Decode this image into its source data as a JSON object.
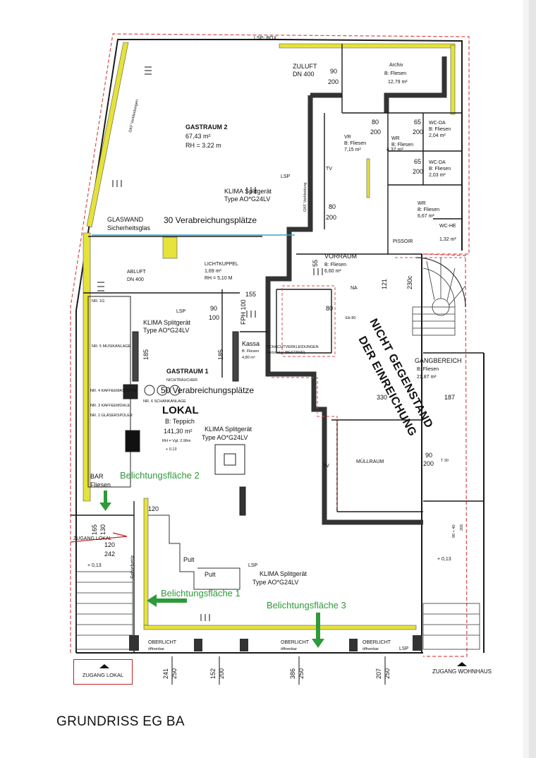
{
  "title": "GRUNDRISS EG BA",
  "rooms": {
    "gastraum2": {
      "name": "GASTRAUM 2",
      "area": "67,43 m²",
      "height": "RH = 3.22 m"
    },
    "gastraum1": {
      "name": "GASTRAUM 1",
      "note": "NICHTRAUCHER",
      "seats": "50 Verabreichungsplätze"
    },
    "lokal": {
      "name": "LOKAL",
      "floor": "B: Teppich",
      "area": "141,30 m²",
      "height": "RH = Vgl. 2.96m",
      "level": "+ 0,13"
    },
    "archiv": {
      "name": "Archiv",
      "floor": "B: Fliesen",
      "area": "12,79 m²"
    },
    "vr1": {
      "name": "VR",
      "floor": "B: Fliesen",
      "area": "7,15 m²"
    },
    "wr1": {
      "name": "WR",
      "floor": "B: Fliesen",
      "area": "4,37 m²"
    },
    "wcda1": {
      "name": "WC-DA",
      "floor": "B: Fliesen",
      "area": "2,04 m²"
    },
    "wcda2": {
      "name": "WC-DA",
      "floor": "B: Fliesen",
      "area": "2,03 m²"
    },
    "wr2": {
      "name": "WR",
      "floor": "B: Fliesen",
      "area": "6,67 m²"
    },
    "wche": {
      "name": "WC-HE",
      "area": "1,32 m²"
    },
    "pissoir": {
      "name": "PISSOIR"
    },
    "vorraum": {
      "name": "VORRAUM",
      "floor": "B: Fliesen",
      "area": "6,60 m²"
    },
    "kassa": {
      "name": "Kassa",
      "floor": "B: Fliesen",
      "area": "4,80 m²"
    },
    "gangbereich": {
      "name": "GANGBEREICH",
      "floor": "B: Fliesen",
      "area": "21,87 m²"
    },
    "muellraum": {
      "name": "MÜLLRAUM"
    },
    "bar": {
      "name": "BAR",
      "floor": "Fliesen"
    },
    "lichtkuppel": {
      "name": "LICHTKUPPEL",
      "line1": "1,69 m²",
      "line2": "RH = 5,10 M"
    }
  },
  "labels": {
    "seats2": "30 Verabreichungsplätze",
    "glaswand1": "GLASWAND",
    "glaswand2": "Sicherheitsglas",
    "klima1a": "KLIMA Splitgerät",
    "klima1b": "Type AO*G24LV",
    "klima2a": "KLIMA Splitgerät",
    "klima2b": "Type AO*G24LV",
    "klima3a": "KLIMA Splitgerät",
    "klima3b": "Type AO*G24LV",
    "klima4a": "KLIMA Splitgerät",
    "klima4b": "Type AO*G24LV",
    "zuluft1": "ZULUFT",
    "zuluft2": "DN 400",
    "abluft1": "ABLUFT",
    "abluft2": "DN 400",
    "lspbox": "LSP- BOX",
    "lsp": "LSP",
    "gkf1": "GKF Verkleidungen",
    "gkf2": "GKF Verkleidung",
    "schacht1": "SCHACHTVERKLEIDUNGEN",
    "schacht2": "horizontal (BESTAND)",
    "na": "NA",
    "pult": "Pult",
    "tv": "TV",
    "fph": "FPH 100",
    "zugang_lokal_red": "ZUGANG LOKAL",
    "schiebetuer": "Schiebetür",
    "oberlicht": "OBERLICHT",
    "oeffnenbar": "öffnenbar",
    "musikanlage": "NR. 5 MUSIKANLAGE",
    "kaffeemaschine": "NR. 4 KAFFEEMASCHINE",
    "kaffeemuehle": "NR. 3 KAFFEEMÜHLE",
    "glaeserspueler": "NR. 2 GLÄSERSPÜLER",
    "schankanlage": "NR. 6 SCHANKANLAGE",
    "nr1": "NR. 1G",
    "level": "+ 0,13"
  },
  "green_labels": {
    "bel1": "Belichtungsfläche 1",
    "bel2": "Belichtungsfläche 2",
    "bel3": "Belichtungsfläche 3"
  },
  "stamp": {
    "line1": "NICHT GEGENSTAND",
    "line2": "DER EINREICHUNG"
  },
  "dimensions": {
    "d90_200_a": [
      "90",
      "200"
    ],
    "d80_200_a": [
      "80",
      "200"
    ],
    "d65_200_a": [
      "65",
      "200"
    ],
    "d65_200_b": [
      "65",
      "200"
    ],
    "d80_200_b": [
      "80",
      "200"
    ],
    "d90_200_c": [
      "90",
      "200"
    ],
    "d90_100": [
      "90",
      "100"
    ],
    "d185_left": "185",
    "d185_right": "185",
    "d330": "330",
    "d187": "187",
    "d120": "120",
    "d242": "242",
    "d165": "165",
    "d130": "130",
    "d155": "155",
    "d90_55": "55",
    "d80_eb": [
      "80",
      "Eb 80"
    ],
    "d121": "121",
    "d230": "230c",
    "d90_30": [
      "90",
      "200",
      "T 30"
    ],
    "bottom": [
      "241",
      "250",
      "152",
      "200",
      "386",
      "250",
      "207",
      "250"
    ],
    "v90_40": "90 + 40",
    "v205": "205"
  },
  "entries": {
    "lokal": "ZUGANG LOKAL",
    "wohnhaus": "ZUGANG WOHNHAUS"
  },
  "colors": {
    "wall": "#1a1a1a",
    "wall_thick": "#3a3a3a",
    "yellow": "#e5e23a",
    "red_dash": "#d84a4a",
    "green": "#2e9a3a"
  }
}
